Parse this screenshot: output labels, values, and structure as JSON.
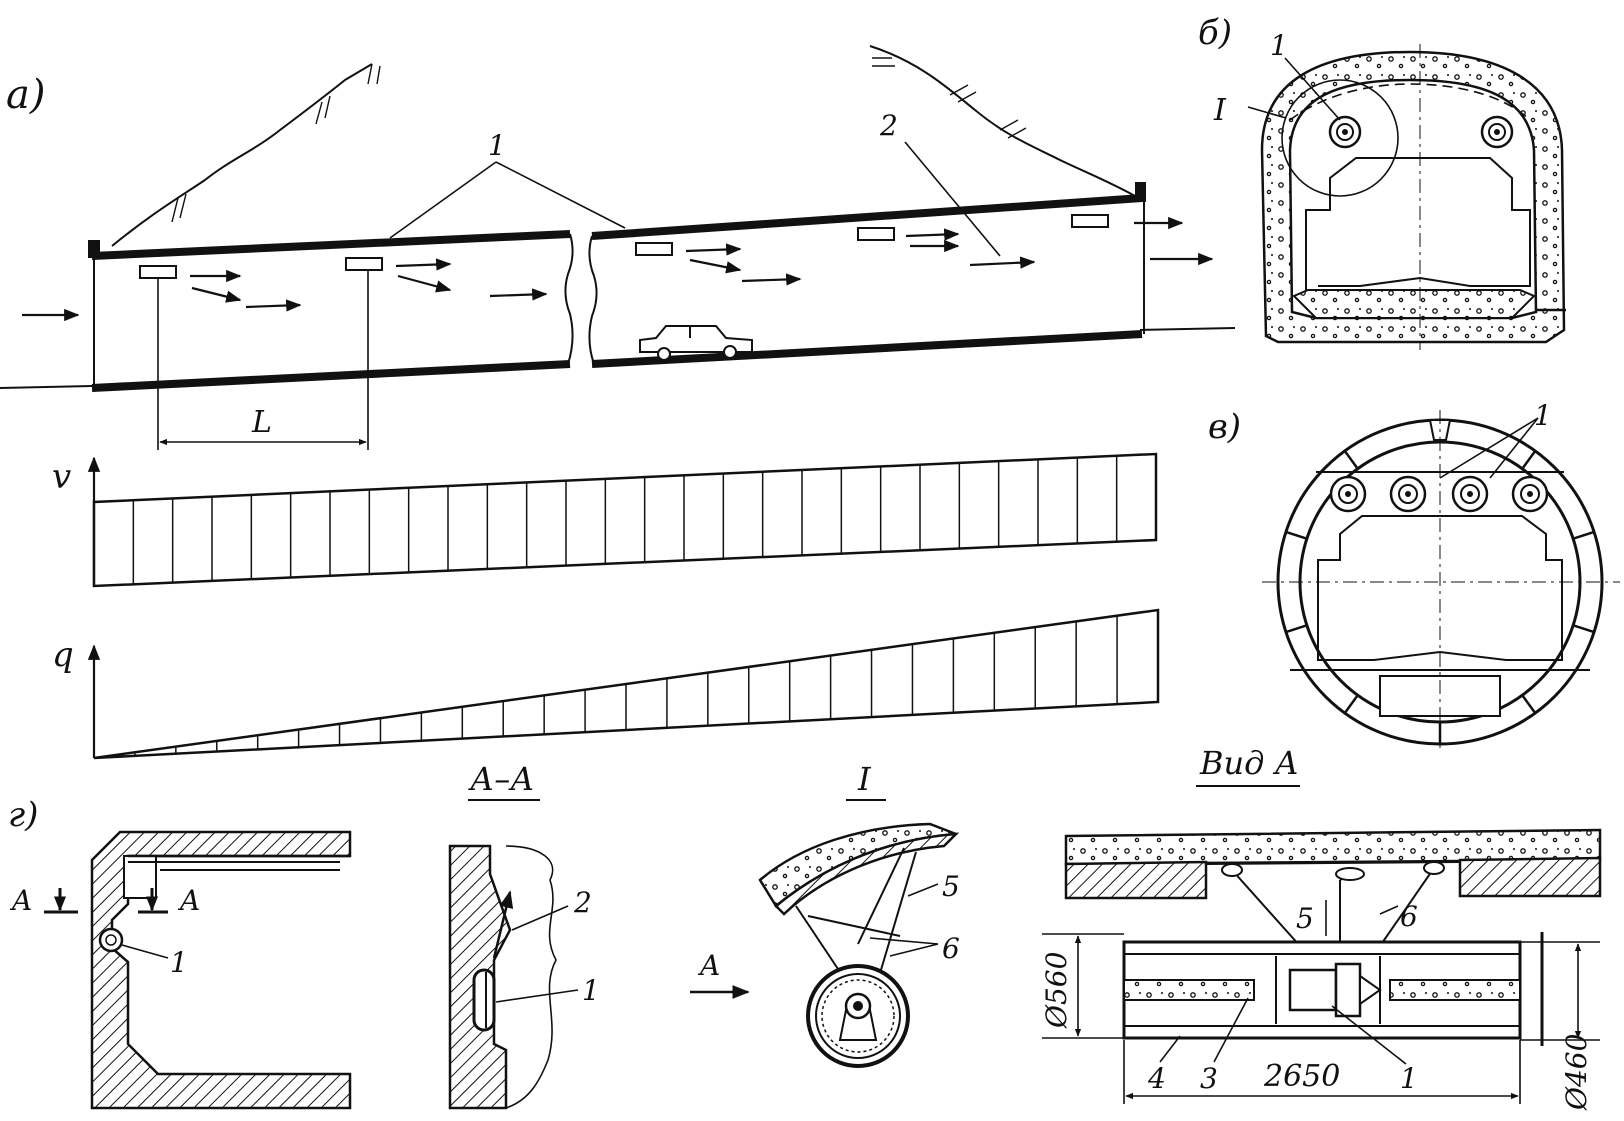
{
  "panels": {
    "a": "а)",
    "b": "б)",
    "v": "в)",
    "g": "г)"
  },
  "profile": {
    "callout_1": "1",
    "callout_2": "2",
    "span_label": "L"
  },
  "velocity_diagram": {
    "axis": "v",
    "bins": 27,
    "start": 1.0,
    "end": 1.0
  },
  "discharge_diagram": {
    "axis": "q",
    "bins": 26,
    "start": 0.0,
    "end": 1.0
  },
  "section_b": {
    "callout_1": "1",
    "detail_mark": "I"
  },
  "section_v": {
    "callout_1": "1"
  },
  "detail_g": {
    "cut_mark_left": "A",
    "cut_mark_right": "A",
    "callout_1": "1"
  },
  "section_aa": {
    "title": "А–А",
    "callout_1": "1",
    "callout_2": "2"
  },
  "detail_I": {
    "title": "I",
    "view_arrow": "A",
    "callout_5": "5",
    "callout_6": "6"
  },
  "view_A": {
    "title": "Вид А",
    "callout_1": "1",
    "callout_3": "3",
    "callout_4": "4",
    "callout_5": "5",
    "callout_6": "6",
    "dim_length": "2650",
    "dim_outer_dia": "Ø560",
    "dim_inner_dia": "Ø460"
  }
}
